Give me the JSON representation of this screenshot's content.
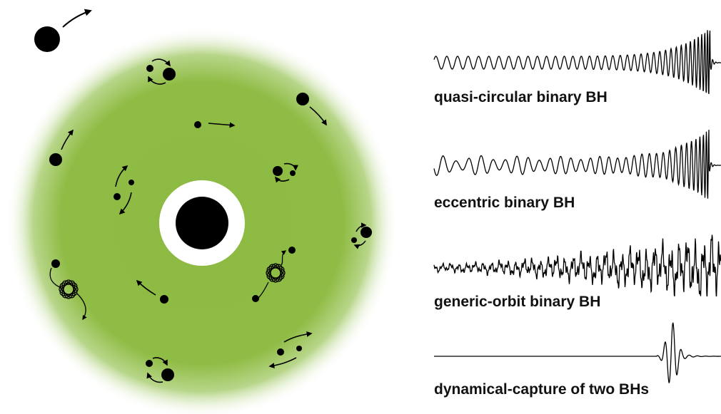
{
  "waveforms": [
    {
      "label": "quasi-circular binary BH"
    },
    {
      "label": "eccentric binary BH"
    },
    {
      "label": "generic-orbit binary BH"
    },
    {
      "label": "dynamical-capture of two BHs"
    }
  ],
  "colors": {
    "disk": "#8fbc45",
    "black_hole": "#000000",
    "ink": "#111111"
  },
  "icons": [
    "supermassive-black-hole",
    "orbiting-black-hole",
    "binary-black-hole",
    "motion-arrow",
    "precessing-orbit"
  ]
}
